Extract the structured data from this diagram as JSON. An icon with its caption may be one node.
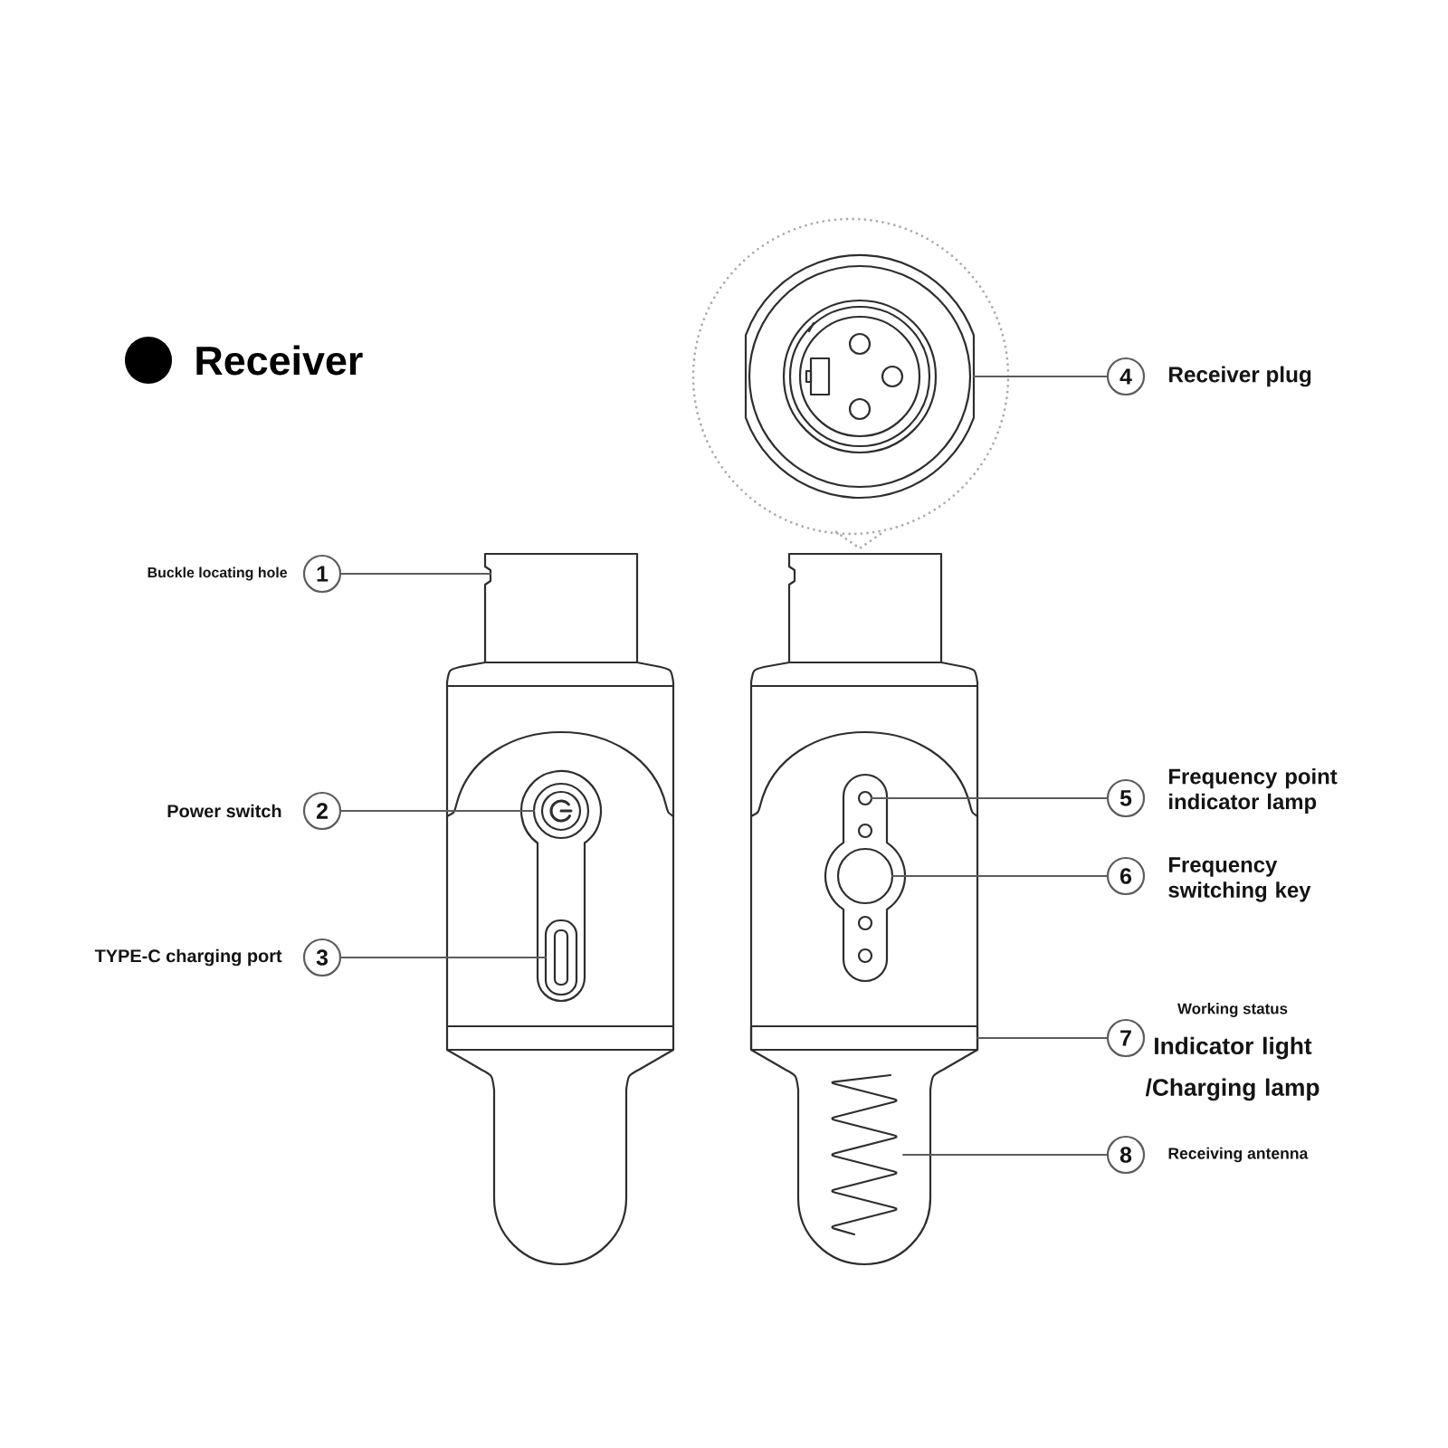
{
  "diagram": {
    "title": "Receiver",
    "nodes": [
      {
        "text": [
          "1"
        ],
        "beside": [
          "Buckle locating hole"
        ]
      },
      {
        "text": [
          "2"
        ],
        "beside": [
          "Power switch"
        ]
      },
      {
        "text": [
          "3"
        ],
        "beside": [
          "TYPE-C charging port"
        ]
      },
      {
        "text": [
          "4"
        ],
        "beside": [
          "Receiver plug"
        ]
      },
      {
        "text": [
          "5"
        ],
        "beside": [
          "Frequency point indicator lamp"
        ]
      },
      {
        "text": [
          "6"
        ],
        "beside": [
          "Frequency switching key"
        ]
      },
      {
        "text": [
          "7"
        ],
        "beside": [
          "Working status",
          "Indicator light /Charging lamp"
        ]
      },
      {
        "text": [
          "8"
        ],
        "beside": [
          "Receiving antenna"
        ]
      },
      {
        "text": [],
        "shape": "circle"
      },
      {
        "text": [],
        "shape": "box"
      },
      {
        "text": [],
        "shape": "picture"
      },
      {
        "text": [],
        "shape": "circle"
      },
      {
        "text": [],
        "shape": "circle"
      },
      {
        "text": [],
        "shape": "bar"
      },
      {
        "text": [],
        "shape": "picture"
      }
    ],
    "edges": [
      {
        "from": 0,
        "to": null,
        "arrow": "none"
      },
      {
        "from": 1,
        "to": 8,
        "arrow": "none"
      },
      {
        "from": 2,
        "to": 9,
        "arrow": "none"
      },
      {
        "from": 3,
        "to": 10,
        "arrow": "none"
      },
      {
        "from": 4,
        "to": 11,
        "arrow": "none"
      },
      {
        "from": 5,
        "to": 12,
        "arrow": "none"
      },
      {
        "from": 6,
        "to": 13,
        "arrow": "none"
      },
      {
        "from": 7,
        "to": 14,
        "arrow": "none"
      }
    ]
  }
}
